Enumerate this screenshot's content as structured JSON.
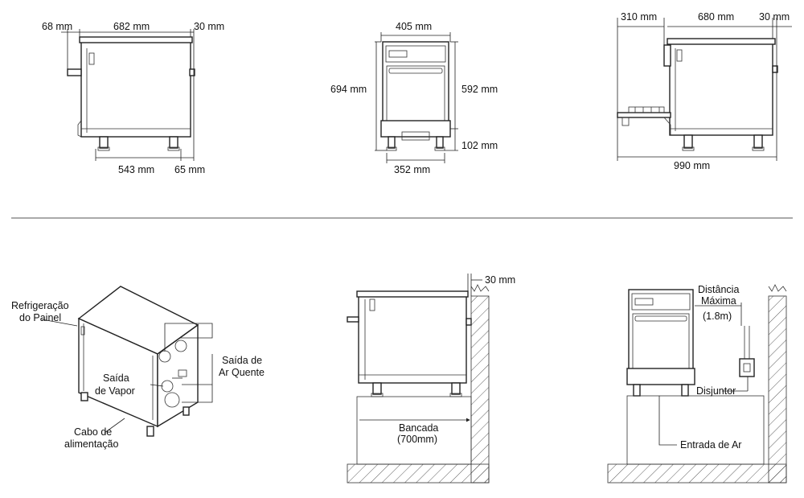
{
  "top_left": {
    "d_back": "68 mm",
    "d_depth": "682 mm",
    "d_front": "30 mm",
    "d_feet": "543 mm",
    "d_rear": "65 mm"
  },
  "top_center": {
    "d_width": "405 mm",
    "d_height": "694 mm",
    "d_body": "592 mm",
    "d_legs": "102 mm",
    "d_feet": "352 mm"
  },
  "top_right": {
    "d_rack": "310 mm",
    "d_depth": "680 mm",
    "d_front": "30 mm",
    "d_total": "990 mm"
  },
  "bottom_left": {
    "panel_cooling": [
      "Refrigeração",
      "do Painel"
    ],
    "hot_air": [
      "Saída de",
      "Ar Quente"
    ],
    "steam": [
      "Saída",
      "de Vapor"
    ],
    "power_cable": [
      "Cabo de",
      "alimentação"
    ]
  },
  "bottom_center": {
    "clearance": "30 mm",
    "bench": [
      "Bancada",
      "(700mm)"
    ]
  },
  "bottom_right": {
    "max_distance": [
      "Distância",
      "Máxima",
      "(1.8m)"
    ],
    "breaker": "Disjuntor",
    "air_inlet": "Entrada de Ar"
  }
}
